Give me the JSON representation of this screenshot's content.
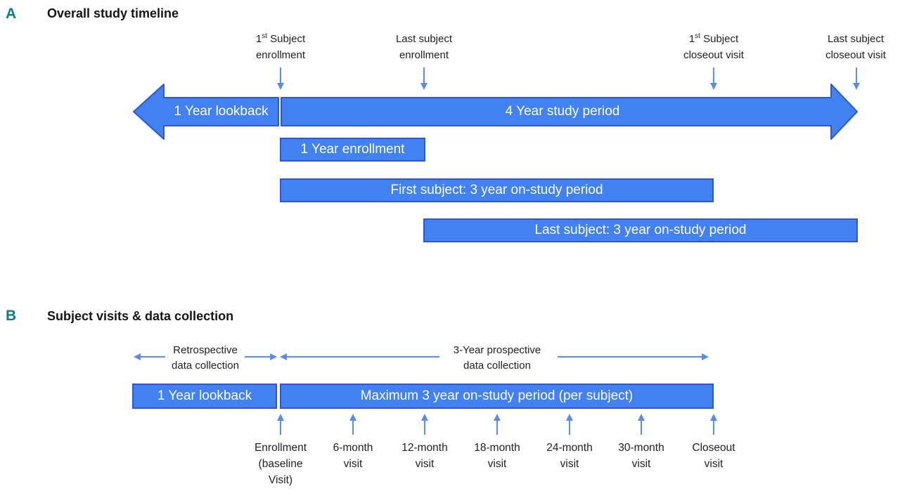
{
  "colors": {
    "bar_fill": "#4181F2",
    "bar_border": "#2D5AC8",
    "thin_arrow": "#5A8CEB",
    "panel_letter": "#107E80",
    "label_text": "#1F1F1F",
    "bar_text": "#FFFFFF"
  },
  "panelA": {
    "letter": "A",
    "title": "Overall study timeline",
    "milestones": [
      {
        "pre": "1",
        "sup": "st",
        "post": " Subject",
        "line2": "enrollment"
      },
      {
        "line1": "Last subject",
        "line2": "enrollment"
      },
      {
        "pre": "1",
        "sup": "st",
        "post": " Subject",
        "line2": "closeout visit"
      },
      {
        "line1": "Last subject",
        "line2": "closeout visit"
      }
    ],
    "lookback_arrow_label": "1 Year lookback",
    "study_arrow_label": "4 Year study period",
    "bars": [
      {
        "label": "1 Year enrollment"
      },
      {
        "label": "First subject: 3 year on-study period"
      },
      {
        "label": "Last subject: 3 year on-study period"
      }
    ]
  },
  "panelB": {
    "letter": "B",
    "title": "Subject visits & data collection",
    "retrospective": {
      "line1": "Retrospective",
      "line2": "data collection"
    },
    "prospective": {
      "line1": "3-Year prospective",
      "line2": "data collection"
    },
    "bars": [
      {
        "label": "1 Year lookback"
      },
      {
        "label": "Maximum 3 year on-study period (per subject)"
      }
    ],
    "visits": [
      {
        "line1": "Enrollment",
        "line2": "(baseline",
        "line3": "Visit)"
      },
      {
        "line1": "6-month",
        "line2": "visit"
      },
      {
        "line1": "12-month",
        "line2": "visit"
      },
      {
        "line1": "18-month",
        "line2": "visit"
      },
      {
        "line1": "24-month",
        "line2": "visit"
      },
      {
        "line1": "30-month",
        "line2": "visit"
      },
      {
        "line1": "Closeout",
        "line2": "visit"
      }
    ]
  }
}
